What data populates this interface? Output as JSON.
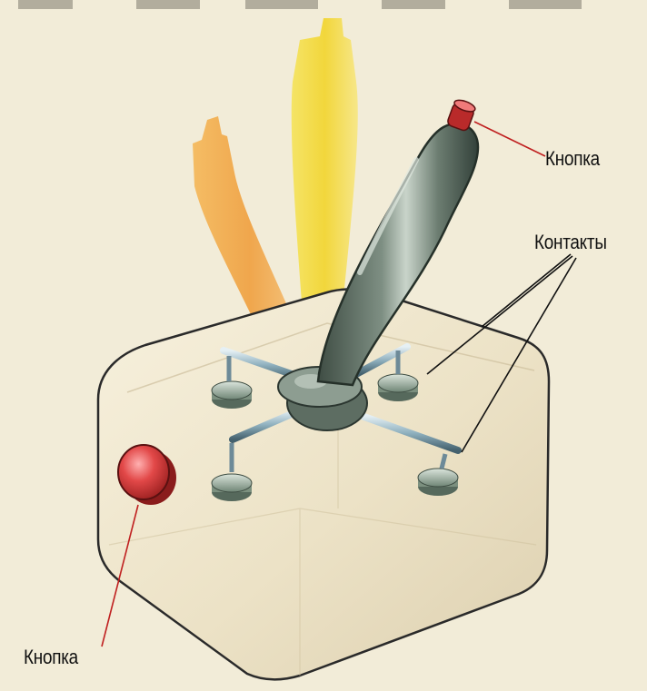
{
  "labels": {
    "top_button": "Кнопка",
    "contacts": "Контакты",
    "bottom_button": "Кнопка"
  },
  "colors": {
    "background": "#f2ecd8",
    "box_body": "#efe7cf",
    "box_outline": "#2a2a2a",
    "stick": "#5b6b60",
    "stick_highlight": "#c5d1c6",
    "stick_ghost_yellow": "#f2dc2e",
    "stick_ghost_orange": "#f0a03c",
    "button_red": "#d93a3a",
    "contact_disc": "#9fb2a4",
    "leader_line": "#c02020"
  },
  "icons": [
    "joystick-illustration",
    "red-fire-button",
    "contact-disc"
  ]
}
